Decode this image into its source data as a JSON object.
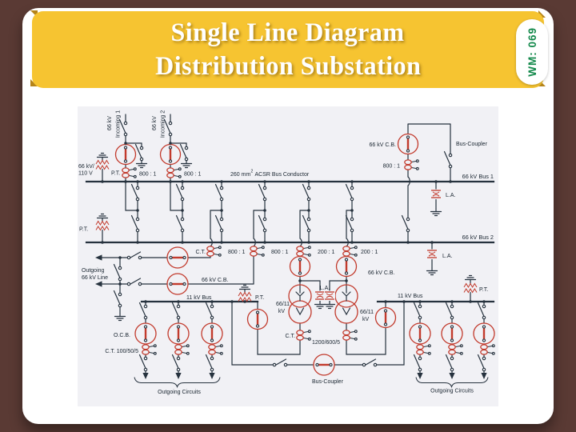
{
  "header": {
    "title_line1": "Single Line Diagram",
    "title_line2": "Distribution Substation",
    "badge": "WM: 069"
  },
  "colors": {
    "frame_brown": "#5a3a34",
    "band_yellow": "#f6c431",
    "badge_green": "#13894b",
    "diagram_red": "#c23a2c",
    "diagram_ink": "#26323e",
    "panel_bg": "#f1f1f5"
  },
  "diagram": {
    "labels": {
      "kv66": "66 kV",
      "incoming1": "Incoming 1",
      "incoming2": "Incoming 2",
      "pt_primary": "66 kV/",
      "pt_secondary": "110 V",
      "pt": "P.T.",
      "ratio_800": "800 : 1",
      "ratio_200": "200 : 1",
      "conductor_size": "260 mm",
      "conductor_sup": "2",
      "conductor_type": "ACSR Bus Conductor",
      "bus1": "66 kV Bus 1",
      "bus2": "66 kV Bus 2",
      "bus_coupler": "Bus-Coupler",
      "cb_66": "66 kV C.B.",
      "la": "L.A.",
      "ct": "C.T.",
      "outgoing_line_1": "Outgoing",
      "outgoing_line_2": "66 kV Line",
      "bus_11kv": "11 kV Bus",
      "tx_ratio_1": "66/11",
      "tx_ratio_2": "kV",
      "ocb": "O.C.B.",
      "ct_feeder_ratio": "C.T. 100/50/5",
      "ct_tx_ratio": "1200/600/5",
      "outgoing_circuits": "Outgoing Circuits"
    }
  }
}
